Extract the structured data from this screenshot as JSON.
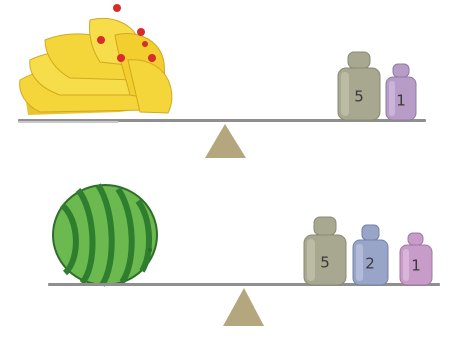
{
  "scales": [
    {
      "item": "bananas",
      "weights": [
        {
          "label": "5",
          "color": "#a8a78f"
        },
        {
          "label": "1",
          "color": "#b69cc7"
        }
      ]
    },
    {
      "item": "watermelon",
      "weights": [
        {
          "label": "5",
          "color": "#a8a78f"
        },
        {
          "label": "2",
          "color": "#98a5c9"
        },
        {
          "label": "1",
          "color": "#c79cc8"
        }
      ]
    }
  ],
  "colors": {
    "beam": "#8f8f8f",
    "fulcrum": "#b4a77d",
    "banana": "#f5d63a",
    "banana_tip": "#d92b2b",
    "watermelon_dark": "#2f7d2e",
    "watermelon_light": "#6bb94f"
  }
}
